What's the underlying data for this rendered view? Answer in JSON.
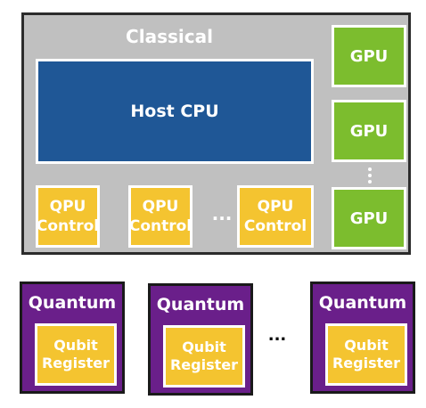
{
  "classical": {
    "title": "Classical",
    "host_cpu": "Host CPU",
    "gpus": [
      "GPU",
      "GPU",
      "GPU"
    ],
    "qpu_controls": [
      {
        "line1": "QPU",
        "line2": "Control"
      },
      {
        "line1": "QPU",
        "line2": "Control"
      },
      {
        "line1": "QPU",
        "line2": "Control"
      }
    ],
    "qpu_ellipsis": "..."
  },
  "quantum": {
    "blocks": [
      {
        "title": "Quantum",
        "line1": "Qubit",
        "line2": "Register"
      },
      {
        "title": "Quantum",
        "line1": "Qubit",
        "line2": "Register"
      },
      {
        "title": "Quantum",
        "line1": "Qubit",
        "line2": "Register"
      }
    ],
    "ellipsis": "..."
  },
  "colors": {
    "classical_bg": "#c0c0c0",
    "host_cpu": "#1f5796",
    "gpu": "#7cbd2e",
    "qpu_control": "#f4c430",
    "quantum_bg": "#6a1f8a",
    "qubit_register": "#f4c430"
  }
}
